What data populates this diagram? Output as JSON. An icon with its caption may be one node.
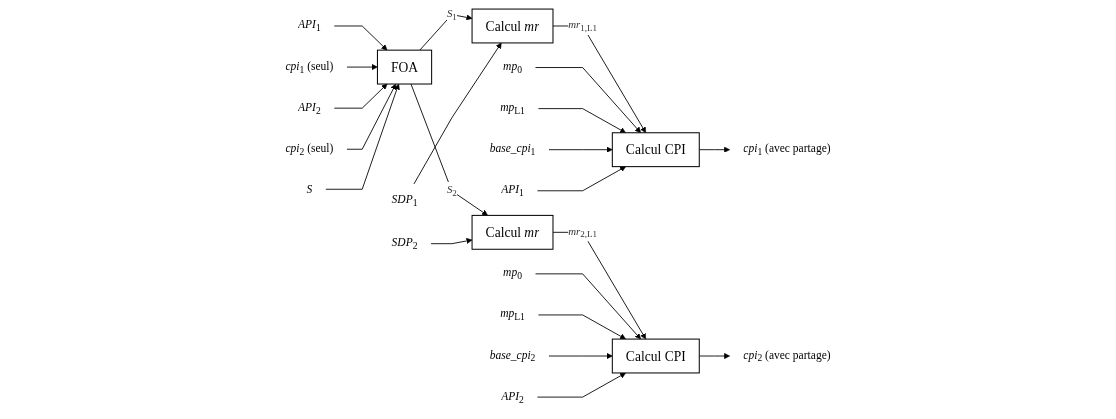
{
  "diagram": {
    "nodes": [
      {
        "text": [
          "FOA"
        ]
      },
      {
        "text": [
          "*API*$_{1}$"
        ]
      },
      {
        "text": [
          "*cpi*$_{1}$ (seul)"
        ]
      },
      {
        "text": [
          "*API*$_{2}$"
        ]
      },
      {
        "text": [
          "*cpi*$_{2}$ (seul)"
        ]
      },
      {
        "text": [
          "*S*"
        ]
      },
      {
        "text": [
          "Calcul *mr*"
        ]
      },
      {
        "text": [
          "*SDP*$_{1}$"
        ]
      },
      {
        "text": [
          "Calcul CPI"
        ]
      },
      {
        "text": [
          "*mp*$_{0}$"
        ]
      },
      {
        "text": [
          "*mp*$_{L1}$"
        ]
      },
      {
        "text": [
          "*base_cpi*$_{1}$"
        ]
      },
      {
        "text": [
          "*API*$_{1}$"
        ]
      },
      {
        "text": [
          "*cpi*$_{1}$ (avec partage)"
        ]
      },
      {
        "text": [
          "Calcul *mr*"
        ]
      },
      {
        "text": [
          "*SDP*$_{2}$"
        ]
      },
      {
        "text": [
          "Calcul CPI"
        ]
      },
      {
        "text": [
          "*mp*$_{0}$"
        ]
      },
      {
        "text": [
          "*mp*$_{L1}$"
        ]
      },
      {
        "text": [
          "*base_cpi*$_{2}$"
        ]
      },
      {
        "text": [
          "*API*$_{2}$"
        ]
      },
      {
        "text": [
          "*cpi*$_{2}$ (avec partage)"
        ]
      }
    ],
    "edges": [
      {
        "from": 1,
        "to": 0,
        "arrow": "to"
      },
      {
        "from": 2,
        "to": 0,
        "arrow": "to"
      },
      {
        "from": 3,
        "to": 0,
        "arrow": "to"
      },
      {
        "from": 4,
        "to": 0,
        "arrow": "to"
      },
      {
        "from": 5,
        "to": 0,
        "arrow": "to"
      },
      {
        "from": 0,
        "to": 6,
        "arrow": "to",
        "label": "*S*$_{1}$"
      },
      {
        "from": 0,
        "to": 14,
        "arrow": "to",
        "label": "*S*$_{2}$"
      },
      {
        "from": 7,
        "to": 6,
        "arrow": "to"
      },
      {
        "from": 6,
        "to": 8,
        "arrow": "to",
        "label": "*mr*$_{1,L1}$"
      },
      {
        "from": 9,
        "to": 8,
        "arrow": "to"
      },
      {
        "from": 10,
        "to": 8,
        "arrow": "to"
      },
      {
        "from": 11,
        "to": 8,
        "arrow": "to"
      },
      {
        "from": 12,
        "to": 8,
        "arrow": "to"
      },
      {
        "from": 8,
        "to": 13,
        "arrow": "to"
      },
      {
        "from": 15,
        "to": 14,
        "arrow": "to"
      },
      {
        "from": 14,
        "to": 16,
        "arrow": "to",
        "label": "*mr*$_{2,L1}$"
      },
      {
        "from": 17,
        "to": 16,
        "arrow": "to"
      },
      {
        "from": 18,
        "to": 16,
        "arrow": "to"
      },
      {
        "from": 19,
        "to": 16,
        "arrow": "to"
      },
      {
        "from": 20,
        "to": 16,
        "arrow": "to"
      },
      {
        "from": 16,
        "to": 21,
        "arrow": "to"
      }
    ]
  }
}
